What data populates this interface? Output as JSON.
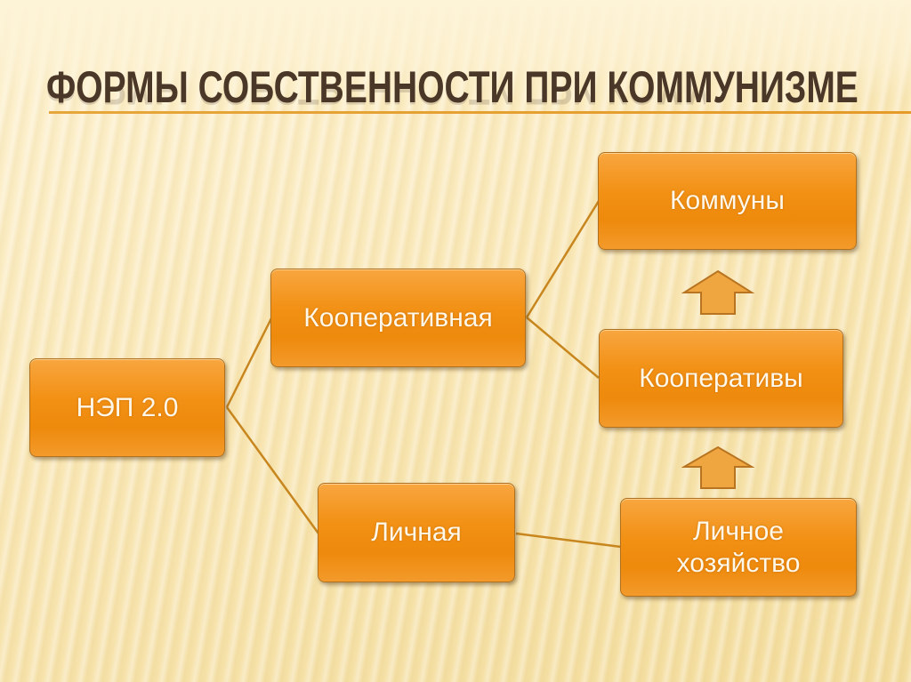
{
  "slide": {
    "title": "ФОРМЫ СОБСТВЕННОСТИ ПРИ КОММУНИЗМЕ",
    "colors": {
      "box_fill": "#f29115",
      "box_border": "#b0701e",
      "connector": "#c8861e",
      "arrow_fill": "#f0a640",
      "arrow_border": "#b87420",
      "title_text": "#4a3728",
      "title_rule": "#e7a63b",
      "background": "#f9e7b6"
    }
  },
  "diagram": {
    "root": {
      "label": "НЭП 2.0"
    },
    "level1": [
      {
        "label": "Кооперативная"
      },
      {
        "label": "Личная"
      }
    ],
    "level2": [
      {
        "label": "Коммуны"
      },
      {
        "label": "Кооперативы"
      },
      {
        "label_line1": "Личное",
        "label_line2": "хозяйство"
      }
    ],
    "edges": [
      [
        "НЭП 2.0",
        "Кооперативная"
      ],
      [
        "НЭП 2.0",
        "Личная"
      ],
      [
        "Кооперативная",
        "Коммуны"
      ],
      [
        "Кооперативная",
        "Кооперативы"
      ],
      [
        "Личная",
        "Личное хозяйство"
      ]
    ],
    "arrows": [
      {
        "from": "Кооперативы",
        "to": "Коммуны",
        "direction": "up"
      },
      {
        "from": "Личное хозяйство",
        "to": "Кооперативы",
        "direction": "up"
      }
    ]
  }
}
